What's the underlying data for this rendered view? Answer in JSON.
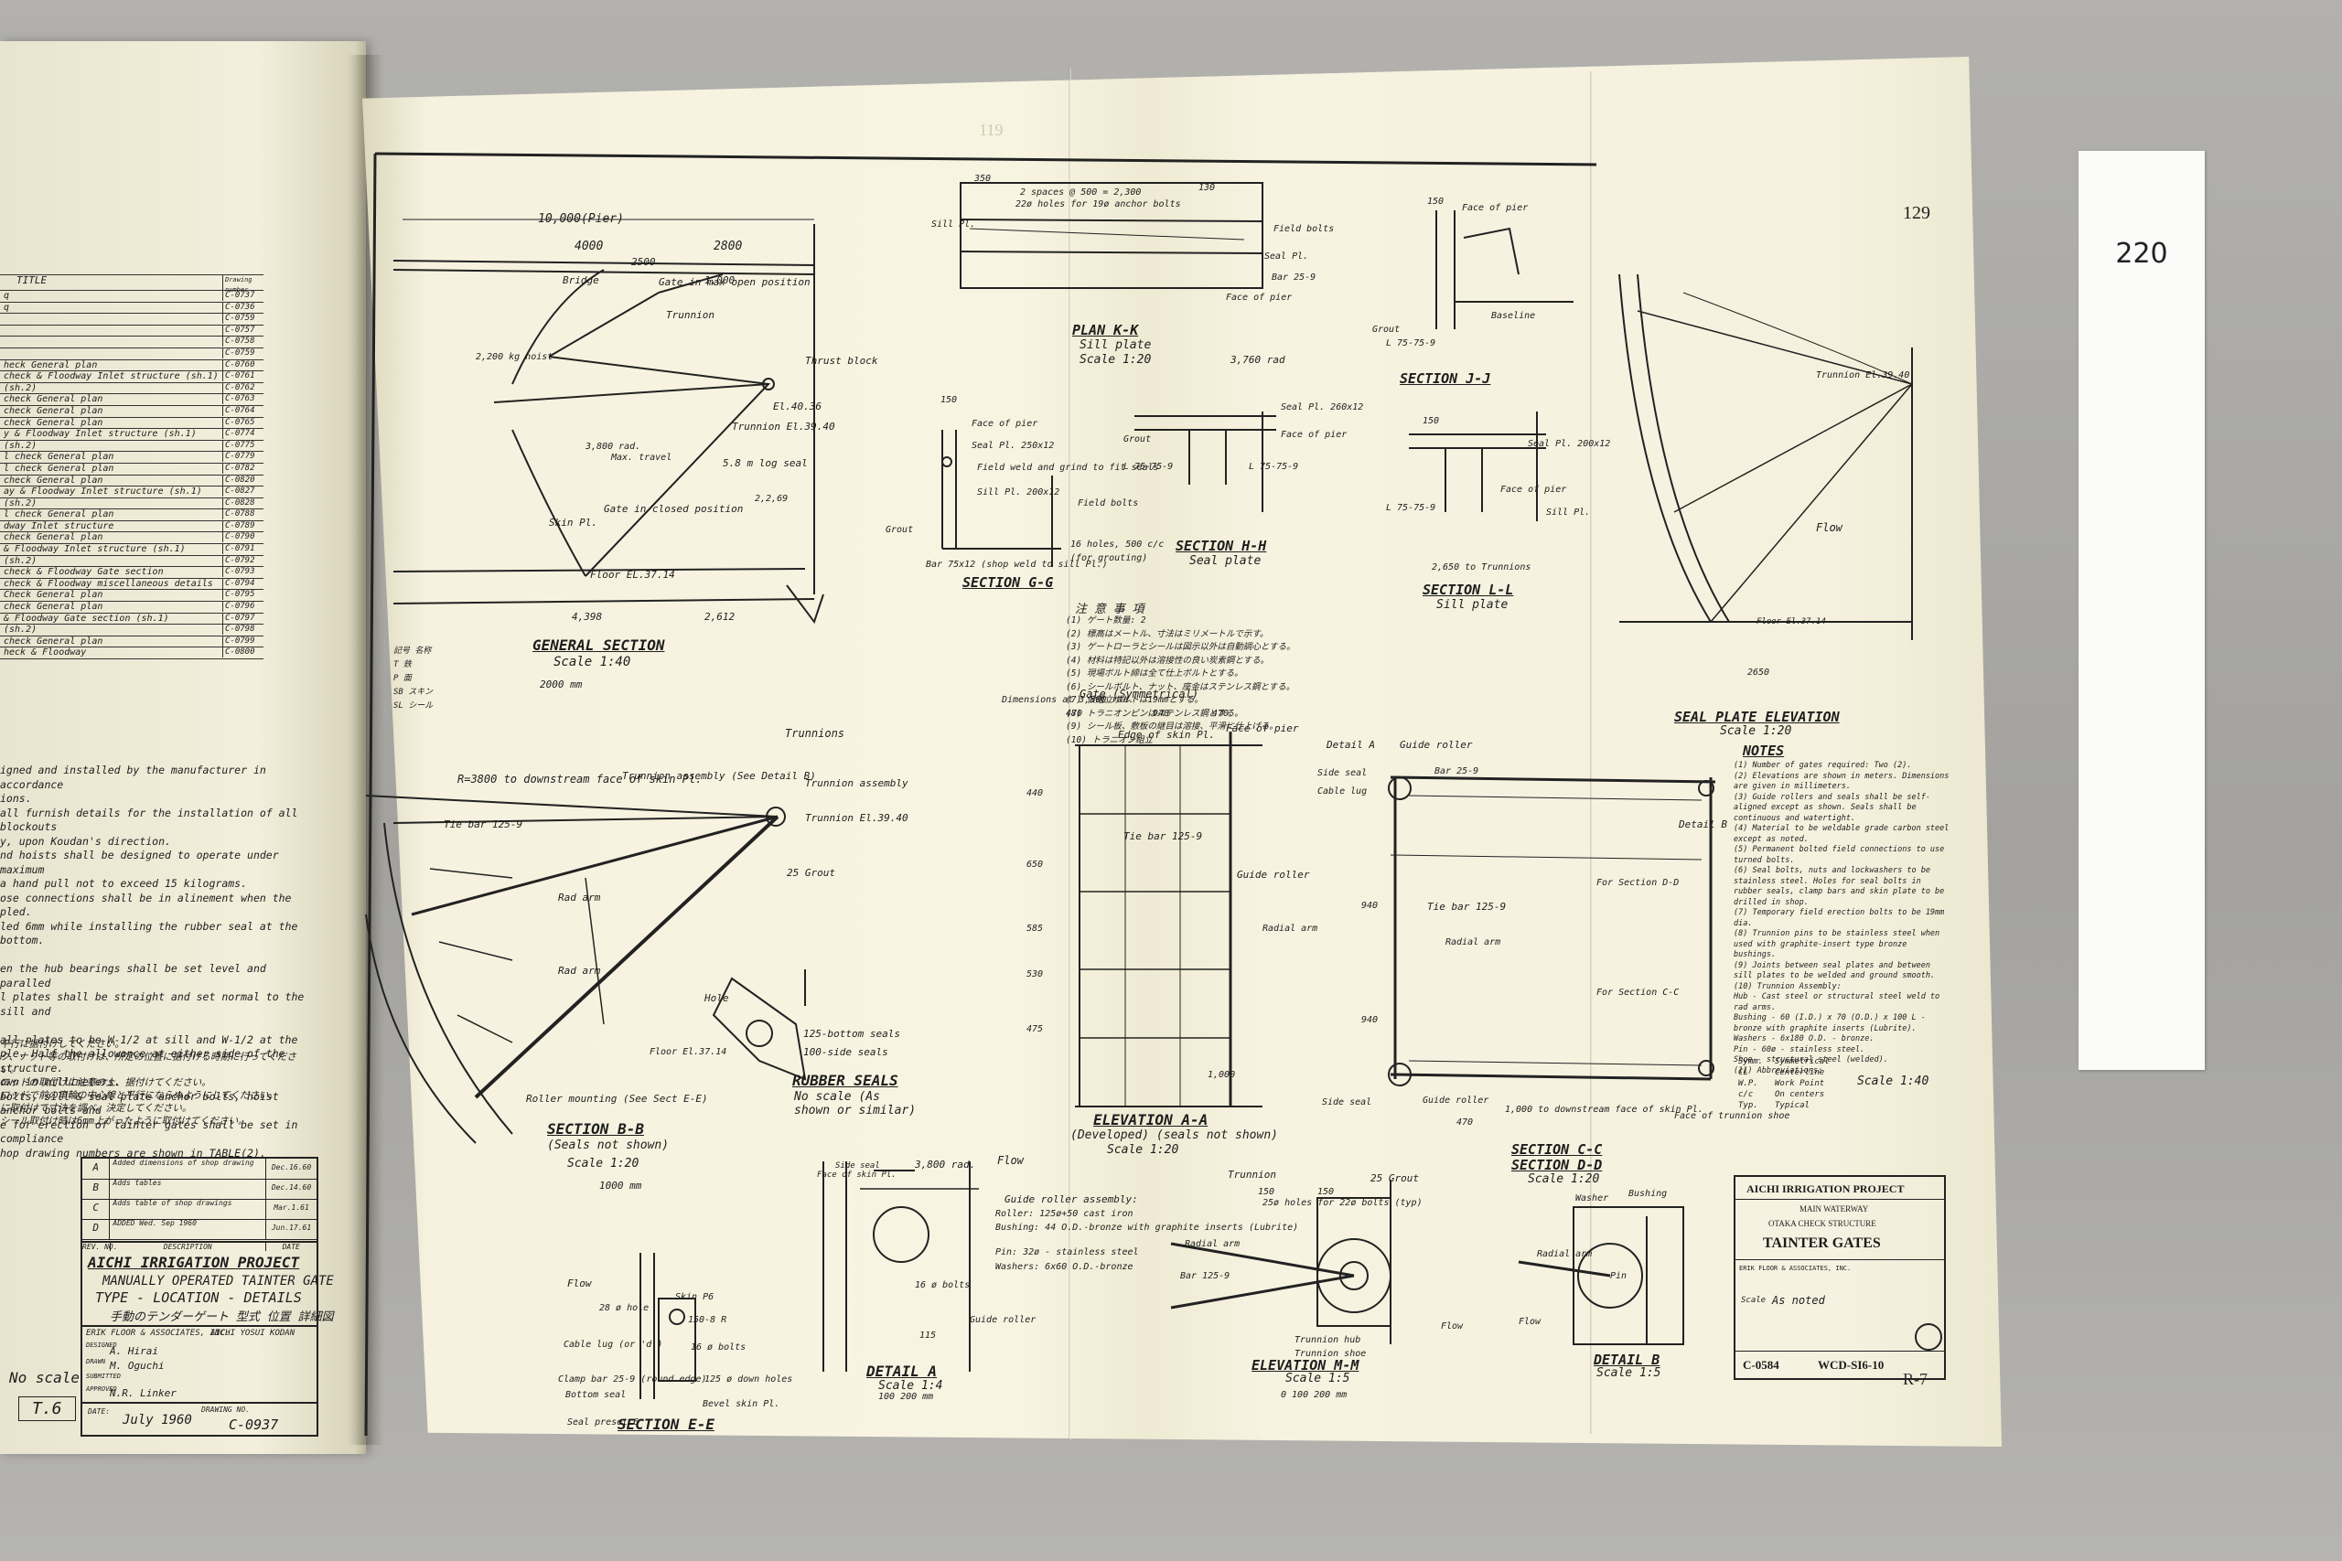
{
  "card": {
    "number": "220"
  },
  "page_numbers": {
    "plate": "129",
    "bottom": "R-7",
    "faint": "119"
  },
  "left_page": {
    "index_header": {
      "title": "TITLE",
      "number": "Drawing number"
    },
    "index_rows": [
      {
        "title": "q",
        "no": "C-0737"
      },
      {
        "title": "q",
        "no": "C-0736"
      },
      {
        "title": "",
        "no": "C-0759"
      },
      {
        "title": "",
        "no": "C-0757"
      },
      {
        "title": "",
        "no": "C-0758"
      },
      {
        "title": "",
        "no": "C-0759"
      },
      {
        "title": "heck General plan",
        "no": "C-0760"
      },
      {
        "title": "check & Floodway Inlet structure (sh.1)",
        "no": "C-0761"
      },
      {
        "title": "(sh.2)",
        "no": "C-0762"
      },
      {
        "title": "check General plan",
        "no": "C-0763"
      },
      {
        "title": "check General plan",
        "no": "C-0764"
      },
      {
        "title": "check General plan",
        "no": "C-0765"
      },
      {
        "title": "y & Floodway Inlet structure (sh.1)",
        "no": "C-0774"
      },
      {
        "title": "(sh.2)",
        "no": "C-0775"
      },
      {
        "title": "l check General plan",
        "no": "C-0779"
      },
      {
        "title": "l check General plan",
        "no": "C-0782"
      },
      {
        "title": "check General plan",
        "no": "C-0820"
      },
      {
        "title": "ay & Floodway Inlet structure (sh.1)",
        "no": "C-0827"
      },
      {
        "title": "(sh.2)",
        "no": "C-0828"
      },
      {
        "title": "l check General plan",
        "no": "C-0788"
      },
      {
        "title": "dway Inlet structure",
        "no": "C-0789"
      },
      {
        "title": "check General plan",
        "no": "C-0790"
      },
      {
        "title": "& Floodway Inlet structure (sh.1)",
        "no": "C-0791"
      },
      {
        "title": "(sh.2)",
        "no": "C-0792"
      },
      {
        "title": "check & Floodway Gate section",
        "no": "C-0793"
      },
      {
        "title": "check & Floodway miscellaneous details",
        "no": "C-0794"
      },
      {
        "title": "Check General plan",
        "no": "C-0795"
      },
      {
        "title": "check General plan",
        "no": "C-0796"
      },
      {
        "title": "& Floodway Gate section (sh.1)",
        "no": "C-0797"
      },
      {
        "title": "(sh.2)",
        "no": "C-0798"
      },
      {
        "title": "check General plan",
        "no": "C-0799"
      },
      {
        "title": "heck & Floodway",
        "no": "C-0800"
      }
    ],
    "notes": [
      "igned and installed by the manufacturer in accordance",
      "ions.",
      "all furnish details for the installation of all blockouts",
      "y, upon Koudan's direction.",
      "nd hoists shall be designed to operate under maximum",
      "a hand pull not to exceed 15 kilograms.",
      "ose connections shall be in alinement when the",
      "pled.",
      "led 6mm while installing the rubber seal at the bottom.",
      "",
      "en the hub bearings shall be set level and paralled",
      "l plates shall be straight and set normal to the sill and",
      "",
      "all-plates to be W-1/2 at sill and W-1/2 at the",
      "ple. Half the allowance at either side of the structure.",
      "own in millimeters.",
      "bolts, sill & seal plate anchor bolts, hoist anchor bolts and",
      "e for erection of tainter gates shall be set in compliance",
      "hop drawing numbers are shown in TABLE(2)."
    ],
    "notes_jp": [
      "平行に据付けしてください。",
      "ク、ナット等の取付けは、所定の位置に据付ける時期に行ってください。",
      "ロッドの取付けに注意の上、据付けてください。",
      "ロッドで前の車輪の中心線と平行にならぬようにしてください。",
      "に取付けて寸法を調べ、決定してください。",
      "シール取付け時は6mm上がったように取付けてください。"
    ],
    "revisions": [
      {
        "mark": "A",
        "desc": "Added dimensions of shop drawing",
        "date": "Dec.16.60"
      },
      {
        "mark": "B",
        "desc": "Adds tables",
        "date": "Dec.14.60"
      },
      {
        "mark": "C",
        "desc": "Adds table of shop drawings",
        "date": "Mar.1.61"
      },
      {
        "mark": "D",
        "desc": "ADDED Wed. Sep 1960",
        "date": "Jun.17.61"
      }
    ],
    "revision_headers": {
      "rev": "REV. NO.",
      "desc": "DESCRIPTION",
      "date": "DATE"
    },
    "title_block": {
      "project": "AICHI IRRIGATION PROJECT",
      "title1": "MANUALLY OPERATED TAINTER GATE",
      "title2": "TYPE - LOCATION - DETAILS",
      "title_jp": "手動のテンダーゲート 型式 位置 詳細図",
      "firm": "ERIK FLOOR & ASSOCIATES, INC.",
      "client": "AICHI YOSUI KODAN",
      "designed_label": "DESIGNED",
      "designed": "A. Hirai",
      "drawn_label": "DRAWN",
      "drawn": "M. Oguchi",
      "submitted_label": "SUBMITTED",
      "approved_label": "APPROVED",
      "approved": "N.R. Linker",
      "scale": "No scale",
      "sheet": "T.6",
      "date_label": "DATE:",
      "date": "July 1960",
      "drawing_label": "DRAWING NO.",
      "drawing_no": "C-0937"
    }
  },
  "plate": {
    "general_section": {
      "title": "GENERAL SECTION",
      "scale": "Scale 1:40",
      "labels": [
        "10,000(Pier)",
        "4000",
        "2800",
        "2500",
        "1,000",
        "Bridge",
        "Gate in max open position",
        "Trunnion",
        "2,200 kg hoist",
        "Thrust block",
        "El.40.36",
        "Trunnion El.39.40",
        "3,800 rad.",
        "Max. travel",
        "Skin Pl.",
        "Gate in closed position",
        "5.8 m log seal",
        "Floor EL.37.14",
        "4,398",
        "2,612",
        "2,2,69",
        "2000 mm"
      ],
      "legend_jp": [
        "記号  名称",
        "T  鉄",
        "P  面",
        "SB  スキン",
        "SL  シール"
      ]
    },
    "section_bb": {
      "title": "SECTION B-B",
      "subtitle": "(Seals not shown)",
      "scale": "Scale 1:20",
      "labels": [
        "R=3800 to downstream face of skin Pl.",
        "Trunnion assembly (See Detail B)",
        "Trunnions",
        "Trunnion assembly",
        "Trunnion El.39.40",
        "Tie bar 125-9",
        "Rad arm",
        "Rad arm",
        "25 Grout",
        "Roller mounting (See Sect E-E)",
        "Floor El.37.14",
        "1000 mm"
      ]
    },
    "rubber_seals": {
      "title": "RUBBER SEALS",
      "note": "No scale (As shown or similar)",
      "labels": [
        "125-bottom seals",
        "100-side seals",
        "Hole"
      ]
    },
    "section_ee": {
      "title": "SECTION E-E",
      "labels": [
        "Flow",
        "28 ø hole",
        "Skin P6",
        "150-8 R",
        "Cable lug (or 'd')",
        "16 ø bolts",
        "Clamp bar 25-9 (round edge)",
        "Bottom seal",
        "125 ø down holes",
        "Seal preset 6",
        "Bevel skin Pl."
      ]
    },
    "detail_a": {
      "title": "DETAIL A",
      "scale": "Scale 1:4",
      "labels": [
        "3,800 rad.",
        "Flow",
        "Guide roller assembly:",
        "Roller: 125ø+50 cast iron",
        "Bushing: 44 O.D.-bronze with graphite inserts (Lubrite)",
        "Pin: 32ø - stainless steel",
        "Washers: 6x60 O.D.-bronze",
        "Guide roller",
        "Face of skin Pl.",
        "Side seal",
        "16 ø bolts",
        "115",
        "100  200 mm"
      ]
    },
    "plan_kk": {
      "title": "PLAN K-K",
      "subtitle": "Sill plate",
      "scale": "Scale 1:20",
      "labels": [
        "350",
        "22ø holes for 19ø anchor bolts",
        "Field bolts",
        "Sill Pl.",
        "Seal Pl.",
        "Bar 25-9",
        "Face of pier",
        "2 spaces @ 500 = 2,300",
        "130"
      ]
    },
    "section_gg": {
      "title": "SECTION G-G",
      "labels": [
        "150",
        "Face of pier",
        "Seal Pl. 250x12",
        "Field weld and grind to fit seals",
        "Sill Pl. 200x12",
        "Grout",
        "Bar 75x12 (shop weld to sill Pl.)",
        "Field bolts",
        "16 holes, 500 c/c",
        "(for grouting)"
      ]
    },
    "section_hh": {
      "title": "SECTION H-H",
      "subtitle": "Seal plate",
      "labels": [
        "3,760 rad",
        "Grout",
        "L 75-75-9",
        "Seal Pl. 260x12",
        "Face of pier",
        "L 75-75-9"
      ]
    },
    "section_jj": {
      "title": "SECTION J-J",
      "labels": [
        "150",
        "Face of pier",
        "Baseline",
        "Grout",
        "L 75-75-9"
      ]
    },
    "section_ll": {
      "title": "SECTION L-L",
      "subtitle": "Sill plate",
      "labels": [
        "150",
        "Seal Pl. 200x12",
        "Face of pier",
        "Sill Pl.",
        "2,650 to Trunnions",
        "L 75-75-9"
      ]
    },
    "elevation_aa": {
      "title": "ELEVATION A-A",
      "subtitle": "(Developed) (seals not shown)",
      "scale": "Scale 1:20",
      "labels": [
        "Gate (Symmetrical)",
        "Edge of skin Pl.",
        "Face of pier",
        "Tie bar 125-9",
        "Guide roller",
        "Radial arm",
        "Dimensions at 3,800 rad.",
        "470",
        "940",
        "470",
        "440",
        "650",
        "585",
        "530",
        "475",
        "1,000"
      ]
    },
    "seal_plate_elevation": {
      "title": "SEAL PLATE ELEVATION",
      "scale": "Scale 1:20",
      "labels": [
        "Trunnion El.39.40",
        "Flow",
        "Floor El.37.14",
        "2650"
      ]
    },
    "section_dd": {
      "title": "SECTION C-C",
      "title2": "SECTION D-D",
      "scale": "Scale 1:20",
      "labels": [
        "Detail A",
        "Guide roller",
        "Side seal",
        "Cable lug",
        "Bar 25-9",
        "Detail B",
        "Tie bar 125-9",
        "Radial arm",
        "For Section D-D",
        "For Section C-C",
        "Guide roller",
        "Side seal",
        "1,000 to downstream face of skin Pl.",
        "Face of trunnion shoe",
        "940",
        "940",
        "470"
      ]
    },
    "elevation_mm": {
      "title": "ELEVATION M-M",
      "scale": "Scale 1:5",
      "labels": [
        "Trunnion",
        "25 Grout",
        "25ø holes for 22ø bolts (typ)",
        "Radial arm",
        "Trunnion hub",
        "Trunnion shoe",
        "Bar 125-9",
        "Flow",
        "150",
        "150",
        "0  100  200 mm"
      ]
    },
    "detail_b": {
      "title": "DETAIL B",
      "scale": "Scale 1:5",
      "labels": [
        "Radial arm",
        "Washer",
        "Bushing",
        "Pin",
        "Flow"
      ]
    },
    "notes_en": {
      "title": "NOTES",
      "items": [
        "(1) Number of gates required: Two (2).",
        "(2) Elevations are shown in meters. Dimensions are given in millimeters.",
        "(3) Guide rollers and seals shall be self-aligned except as shown. Seals shall be continuous and watertight.",
        "(4) Material to be weldable grade carbon steel except as noted.",
        "(5) Permanent bolted field connections to use turned bolts.",
        "(6) Seal bolts, nuts and lockwashers to be stainless steel. Holes for seal bolts in rubber seals, clamp bars and skin plate to be drilled in shop.",
        "(7) Temporary field erection bolts to be 19mm dia.",
        "(8) Trunnion pins to be stainless steel when used with graphite-insert type bronze bushings.",
        "(9) Joints between seal plates and between sill plates to be welded and ground smooth.",
        "(10) Trunnion Assembly:",
        "Hub - Cast steel or structural steel weld to rad arms.",
        "Bushing - 60 (I.D.) x 70 (O.D.) x 100 L - bronze with graphite inserts (Lubrite).",
        "Washers - 6x180 O.D. - bronze.",
        "Pin - 60ø - stainless steel.",
        "Shoe - structural steel (welded).",
        "(11) Abbreviations:"
      ],
      "abbreviations": [
        {
          "sym": "Symm.",
          "meaning": "Symmetrical"
        },
        {
          "sym": "CL",
          "meaning": "Centerline"
        },
        {
          "sym": "W.P.",
          "meaning": "Work Point"
        },
        {
          "sym": "c/c",
          "meaning": "On centers"
        },
        {
          "sym": "Typ.",
          "meaning": "Typical"
        }
      ],
      "scale_bar": "Scale 1:40"
    },
    "notes_jp": {
      "title": "注 意 事 項",
      "items": [
        "(1) ゲート数量: 2",
        "(2) 標高はメートル、寸法はミリメートルで示す。",
        "(3) ゲートローラとシールは図示以外は自動調心とする。",
        "(4) 材料は特記以外は溶接性の良い炭素鋼とする。",
        "(5) 現場ボルト締は全て仕上ボルトとする。",
        "(6) シールボルト、ナット、座金はステンレス鋼とする。",
        "(7) 仮組立ボルトは19mmとする。",
        "(8) トラニオンピンはステンレス鋼とする。",
        "(9) シール板、敷板の継目は溶接、平滑に仕上げる。",
        "(10) トラニオン組立"
      ]
    },
    "title_block": {
      "project": "AICHI IRRIGATION PROJECT",
      "line1": "MAIN WATERWAY",
      "line2": "OTAKA CHECK STRUCTURE",
      "title": "TAINTER GATES",
      "firm": "ERIK FLOOR & ASSOCIATES, INC.",
      "sheet_code": "WCD-SI6-10",
      "drawing_no": "C-0584",
      "scale_label": "Scale",
      "scale": "As noted"
    }
  }
}
